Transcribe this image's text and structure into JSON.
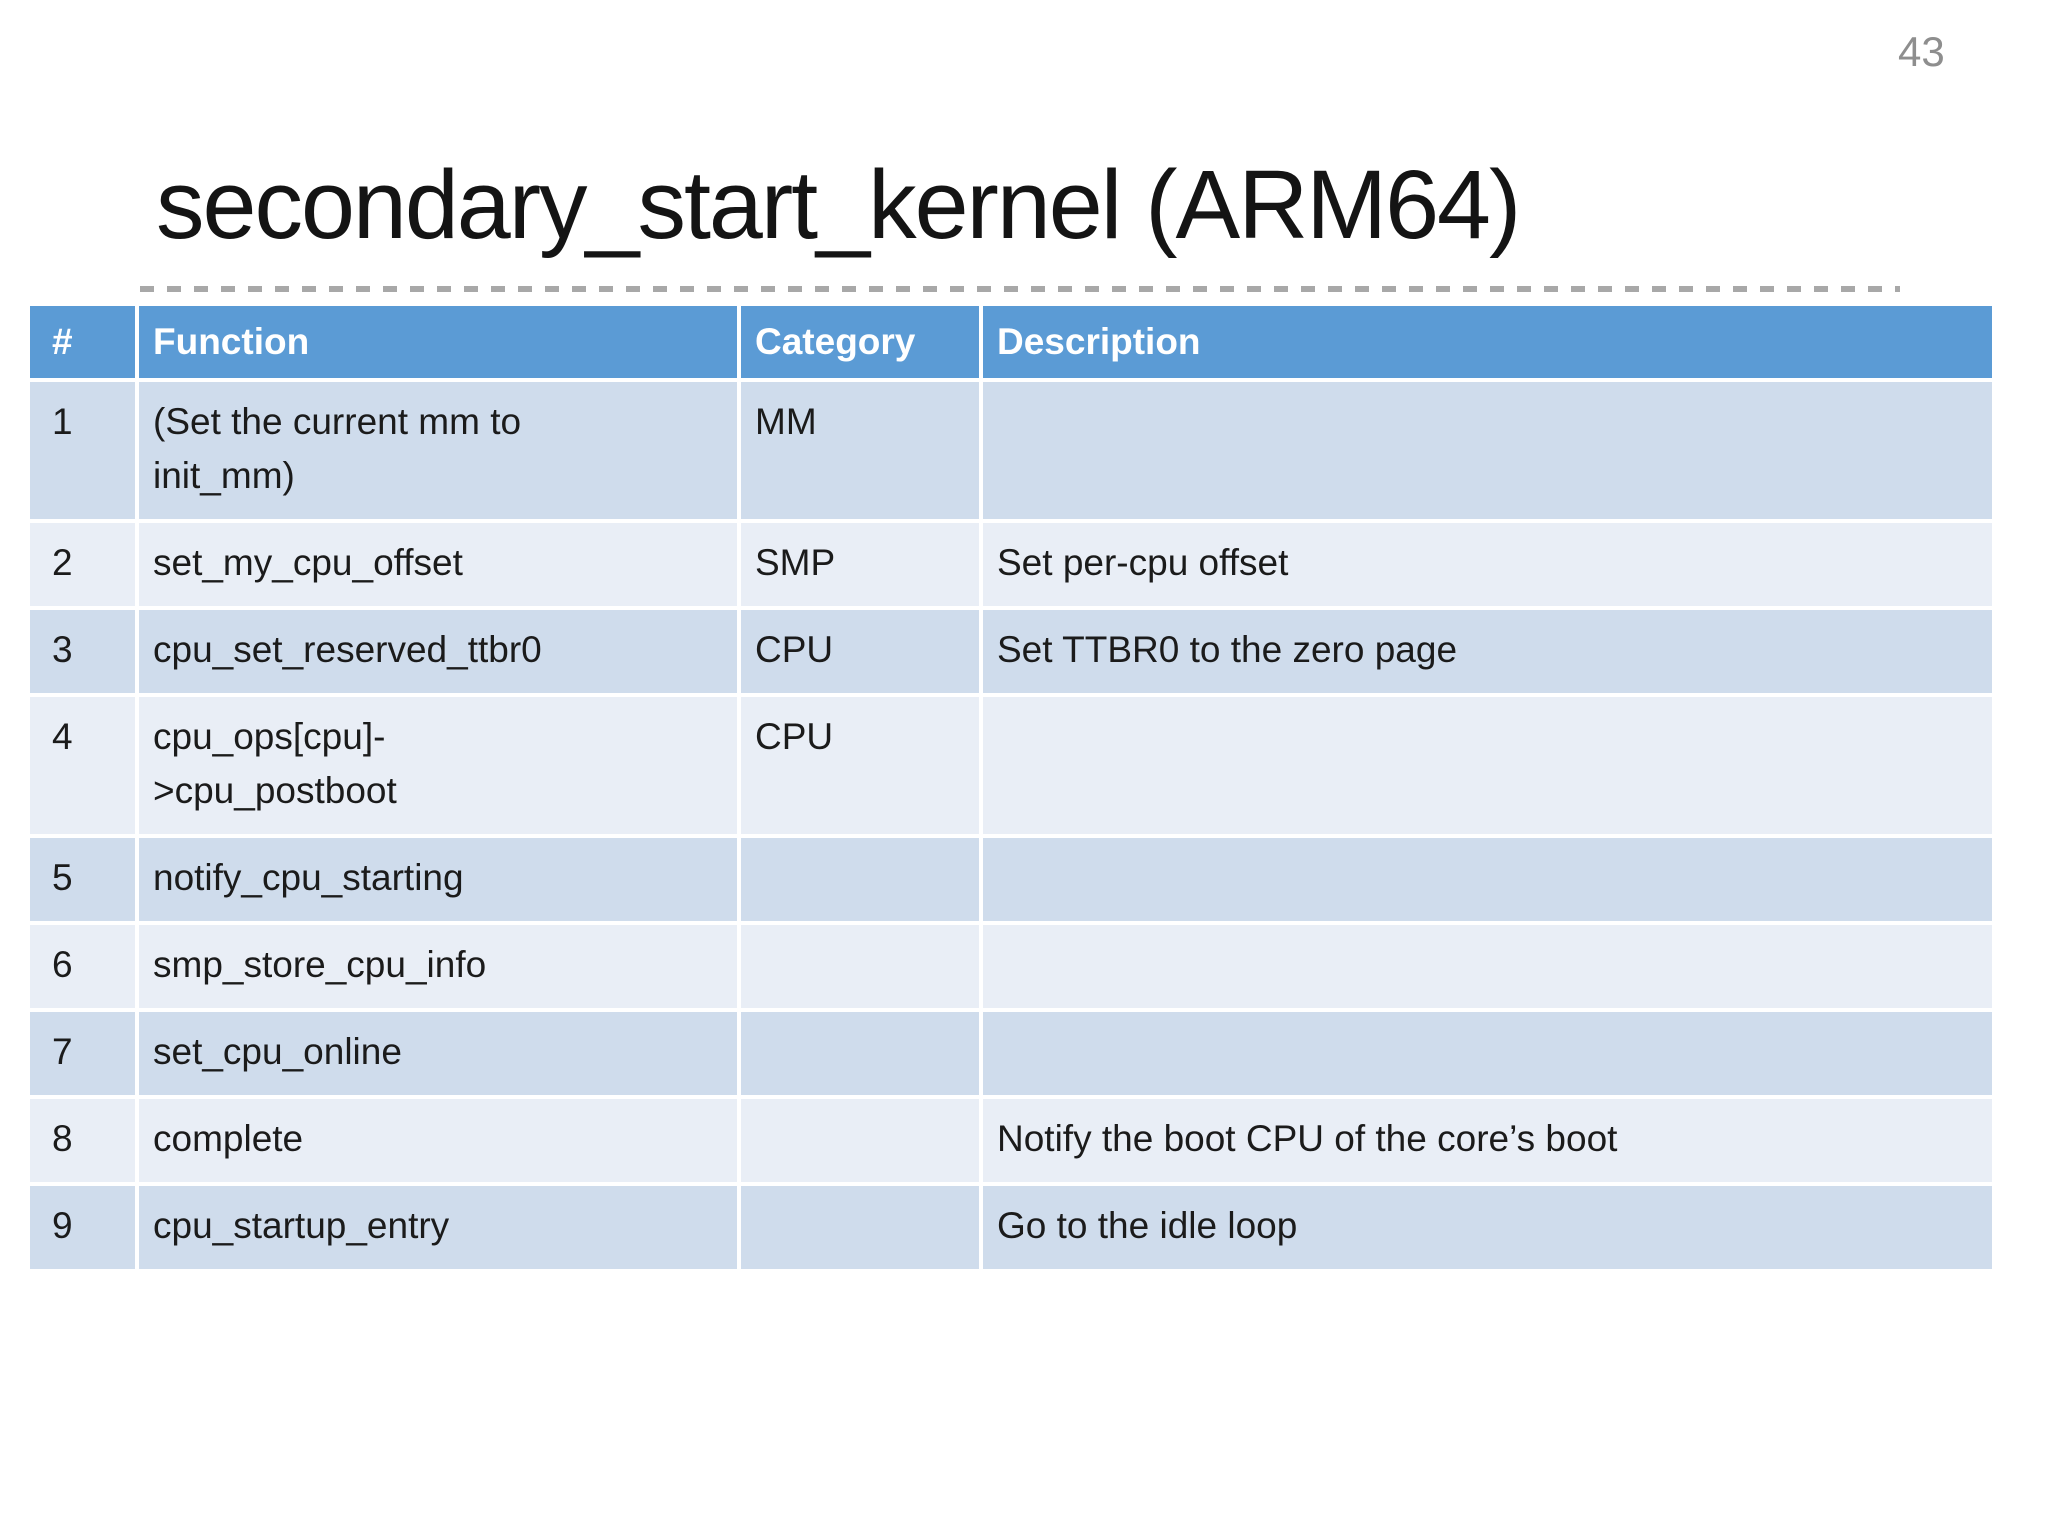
{
  "slide": {
    "page_number": "43",
    "title": "secondary_start_kernel (ARM64)"
  },
  "table": {
    "columns": [
      "#",
      "Function",
      "Category",
      "Description"
    ],
    "rows": [
      {
        "num": "1",
        "function": "(Set the current mm to init_mm)",
        "category": "MM",
        "description": ""
      },
      {
        "num": "2",
        "function": "set_my_cpu_offset",
        "category": "SMP",
        "description": "Set per-cpu offset"
      },
      {
        "num": "3",
        "function": "cpu_set_reserved_ttbr0",
        "category": "CPU",
        "description": "Set TTBR0 to the zero page"
      },
      {
        "num": "4",
        "function": "cpu_ops[cpu]->cpu_postboot",
        "category": "CPU",
        "description": ""
      },
      {
        "num": "5",
        "function": "notify_cpu_starting",
        "category": "",
        "description": ""
      },
      {
        "num": "6",
        "function": "smp_store_cpu_info",
        "category": "",
        "description": ""
      },
      {
        "num": "7",
        "function": "set_cpu_online",
        "category": "",
        "description": ""
      },
      {
        "num": "8",
        "function": "complete",
        "category": "",
        "description": "Notify the boot CPU of the core’s boot"
      },
      {
        "num": "9",
        "function": "cpu_startup_entry",
        "category": "",
        "description": "Go to the idle loop"
      }
    ]
  },
  "colors": {
    "header_bg": "#5b9bd5",
    "band_dark": "#cfdcec",
    "band_light": "#e9eef6",
    "dash_color": "#a8a8a8",
    "page_number_color": "#8e8e8e",
    "title_color": "#141414",
    "body_text": "#1b1b1b"
  }
}
